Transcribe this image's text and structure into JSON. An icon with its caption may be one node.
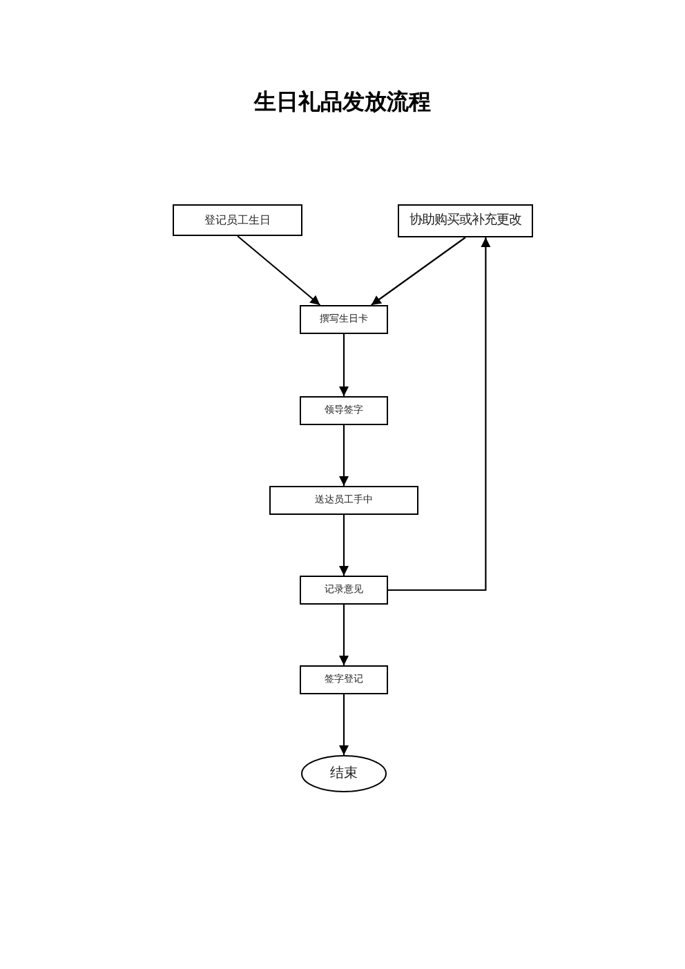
{
  "diagram": {
    "title": "生日礼品发放流程",
    "nodes": [
      {
        "text": [
          "登记员工生日"
        ]
      },
      {
        "text": [
          "协助购买或补充更改"
        ]
      },
      {
        "text": [
          "撰写生日卡"
        ]
      },
      {
        "text": [
          "领导签字"
        ]
      },
      {
        "text": [
          "送达员工手中"
        ]
      },
      {
        "text": [
          "记录意见"
        ]
      },
      {
        "text": [
          "签字登记"
        ]
      },
      {
        "text": [
          "结束"
        ]
      }
    ],
    "edges": [
      {
        "from": 0,
        "to": 2,
        "arrow": "to"
      },
      {
        "from": 1,
        "to": 2,
        "arrow": "to"
      },
      {
        "from": 2,
        "to": 3,
        "arrow": "to"
      },
      {
        "from": 3,
        "to": 4,
        "arrow": "to"
      },
      {
        "from": 4,
        "to": 5,
        "arrow": "to"
      },
      {
        "from": 5,
        "to": 6,
        "arrow": "to"
      },
      {
        "from": 6,
        "to": 7,
        "arrow": "to"
      },
      {
        "from": 5,
        "to": 1,
        "arrow": "to"
      }
    ]
  }
}
